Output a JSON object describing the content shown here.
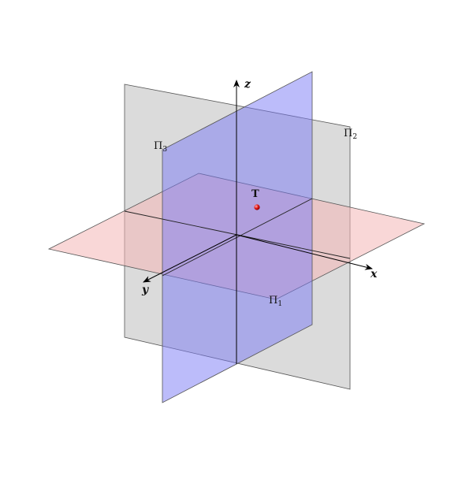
{
  "colors": {
    "plane_pi1": "#f4b6b6",
    "plane_pi2": "#bdbdbd",
    "plane_pi3": "#7a7af5",
    "axis": "#000000",
    "point": "#e01010"
  },
  "axes": {
    "x_label": "x",
    "y_label": "y",
    "z_label": "z"
  },
  "planes": {
    "pi1_label": "Π",
    "pi1_index": "1",
    "pi2_label": "Π",
    "pi2_index": "2",
    "pi3_label": "Π",
    "pi3_index": "3"
  },
  "point": {
    "label": "T"
  }
}
